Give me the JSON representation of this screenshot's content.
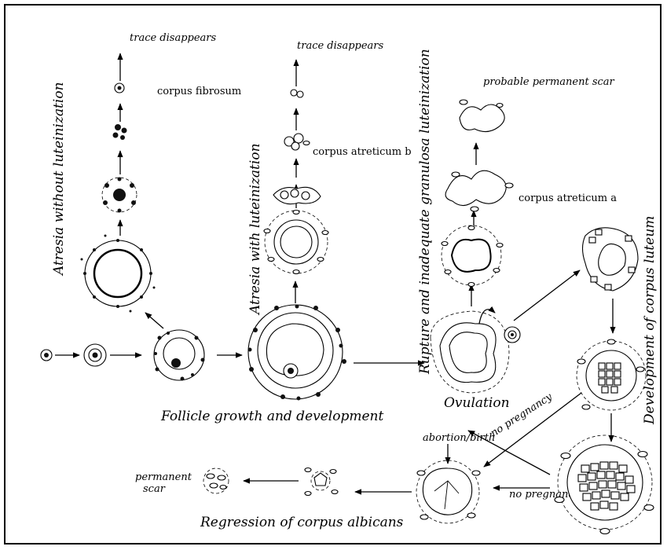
{
  "labels": {
    "atresia_without": "Atresia without luteinization",
    "atresia_with": "Atresia with luteinization",
    "rupture": "Rupture and inadequate granulosa luteinization",
    "development_cl": "Development of corpus luteum",
    "follicle_growth": "Follicle growth and development",
    "ovulation": "Ovulation",
    "regression": "Regression of corpus albicans",
    "trace1": "trace disappears",
    "trace2": "trace disappears",
    "corpus_fibrosum": "corpus fibrosum",
    "corpus_atreticum_b": "corpus atreticum b",
    "corpus_atreticum_a": "corpus atreticum a",
    "probable_scar": "probable permanent scar",
    "abortion_birth": "abortion/birth",
    "no_pregnancy_1": "no pregnancy",
    "no_pregnancy_2": "no pregnancy",
    "permanent": "permanent",
    "scar": "scar"
  }
}
